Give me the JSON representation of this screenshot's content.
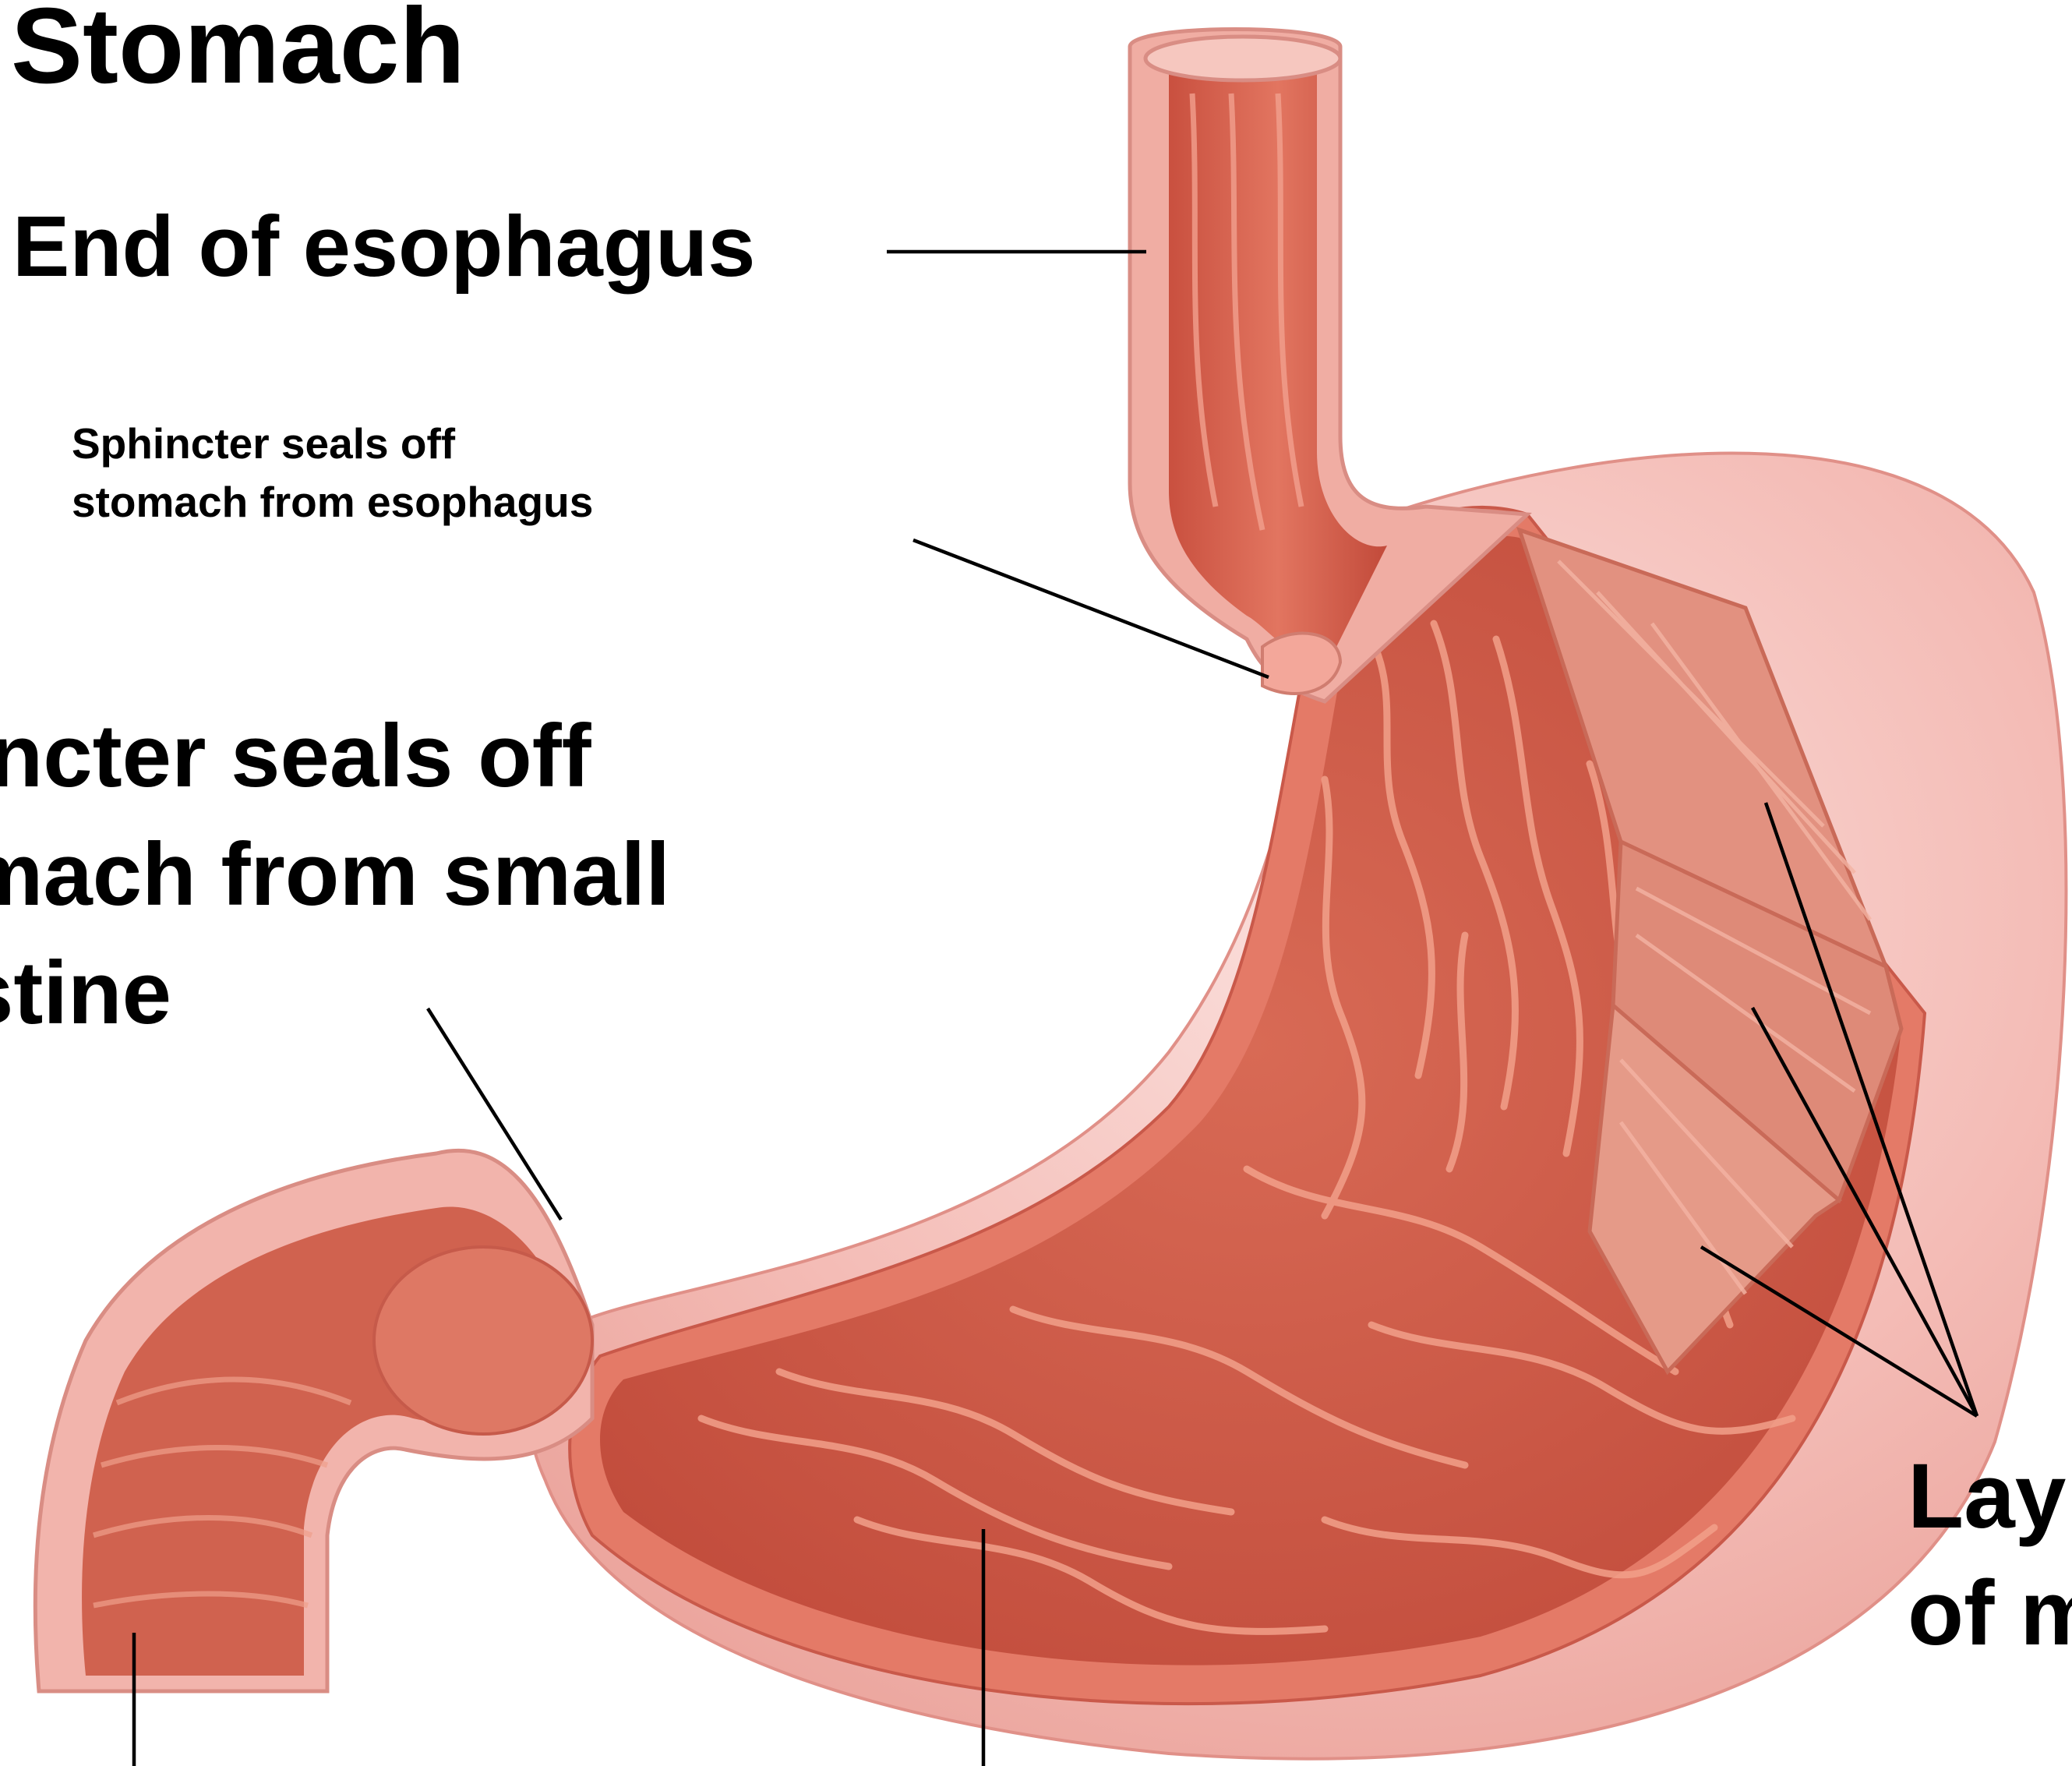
{
  "diagram": {
    "title": "Stomach",
    "labels": {
      "esophagus": "End of esophagus",
      "sphincter_esophagus": [
        "Sphincter seals off",
        "stomach from esophagus"
      ],
      "sphincter_intestine": [
        "incter seals off",
        "mach from small",
        "stine"
      ],
      "muscle_layers": [
        "Lay",
        "of m"
      ]
    },
    "colors": {
      "tissue_outer": "#f2b2ae",
      "tissue_wall": "#e77e6c",
      "lumen": "#cf5a49",
      "ridge": "#f3a08c",
      "muscle": "#df8a78",
      "leader": "#000000"
    }
  }
}
